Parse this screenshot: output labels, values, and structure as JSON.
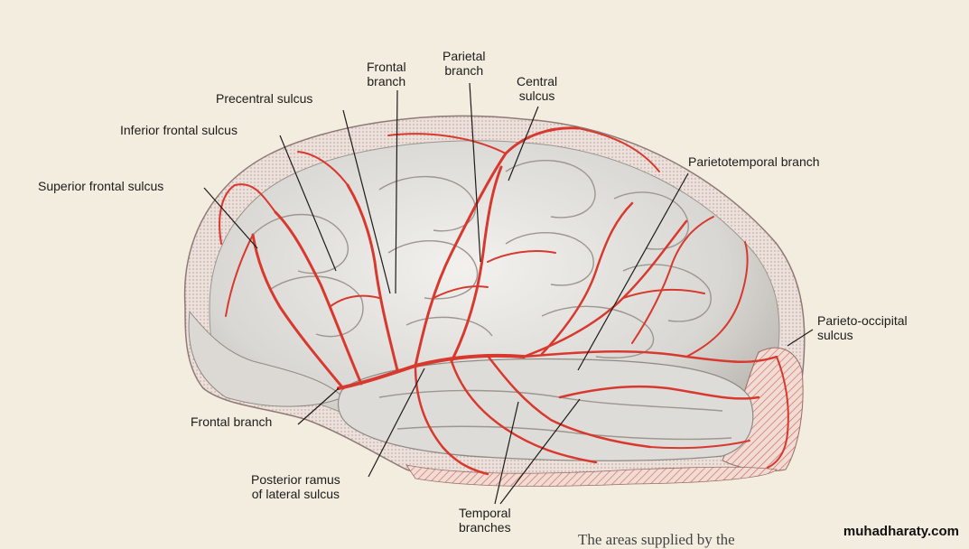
{
  "labels": {
    "frontal_branch_top": [
      "Frontal",
      "branch"
    ],
    "parietal_branch": [
      "Parietal",
      "branch"
    ],
    "central_sulcus": [
      "Central",
      "sulcus"
    ],
    "precentral_sulcus": "Precentral sulcus",
    "inferior_frontal_sulcus": "Inferior frontal sulcus",
    "superior_frontal_sulcus": "Superior frontal sulcus",
    "parietotemporal_branch": "Parietotemporal branch",
    "parieto_occipital_sulcus": [
      "Parieto-occipital",
      "sulcus"
    ],
    "frontal_branch_bottom": "Frontal branch",
    "posterior_ramus": [
      "Posterior ramus",
      "of lateral sulcus"
    ],
    "temporal_branches": [
      "Temporal",
      "branches"
    ]
  },
  "watermark": "muhadharaty.com",
  "caption_fragment": "The areas supplied by the",
  "colors": {
    "background": "#f3ede0",
    "brain": "#e3e1dc",
    "artery": "#d8392f",
    "leader_line": "#1d1c1a"
  }
}
